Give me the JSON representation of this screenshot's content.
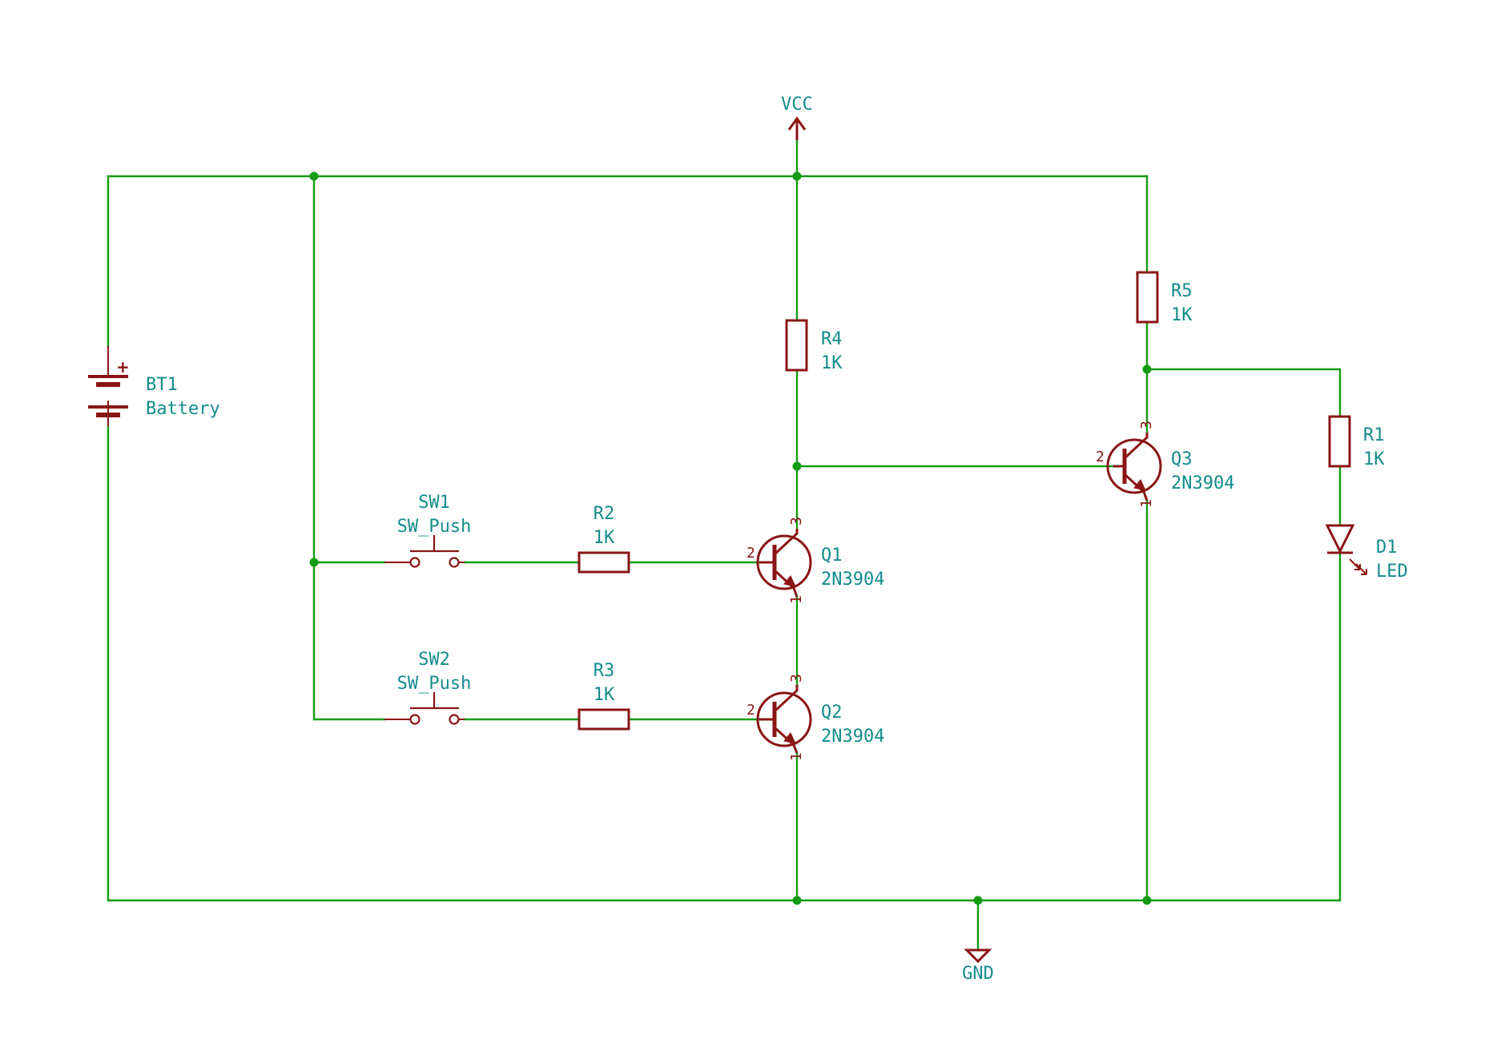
{
  "colors": {
    "wire": "#139c13",
    "symbol": "#8a1515",
    "text": "#138c8c",
    "background": "#ffffff"
  },
  "power": {
    "vcc": "VCC",
    "gnd": "GND"
  },
  "components": {
    "bt1": {
      "ref": "BT1",
      "value": "Battery",
      "plus": "+"
    },
    "r1": {
      "ref": "R1",
      "value": "1K"
    },
    "r2": {
      "ref": "R2",
      "value": "1K"
    },
    "r3": {
      "ref": "R3",
      "value": "1K"
    },
    "r4": {
      "ref": "R4",
      "value": "1K"
    },
    "r5": {
      "ref": "R5",
      "value": "1K"
    },
    "sw1": {
      "ref": "SW1",
      "value": "SW_Push"
    },
    "sw2": {
      "ref": "SW2",
      "value": "SW_Push"
    },
    "q1": {
      "ref": "Q1",
      "value": "2N3904",
      "pin_b": "2",
      "pin_c": "3",
      "pin_e": "1"
    },
    "q2": {
      "ref": "Q2",
      "value": "2N3904",
      "pin_b": "2",
      "pin_c": "3",
      "pin_e": "1"
    },
    "q3": {
      "ref": "Q3",
      "value": "2N3904",
      "pin_b": "2",
      "pin_c": "3",
      "pin_e": "1"
    },
    "d1": {
      "ref": "D1",
      "value": "LED"
    }
  }
}
